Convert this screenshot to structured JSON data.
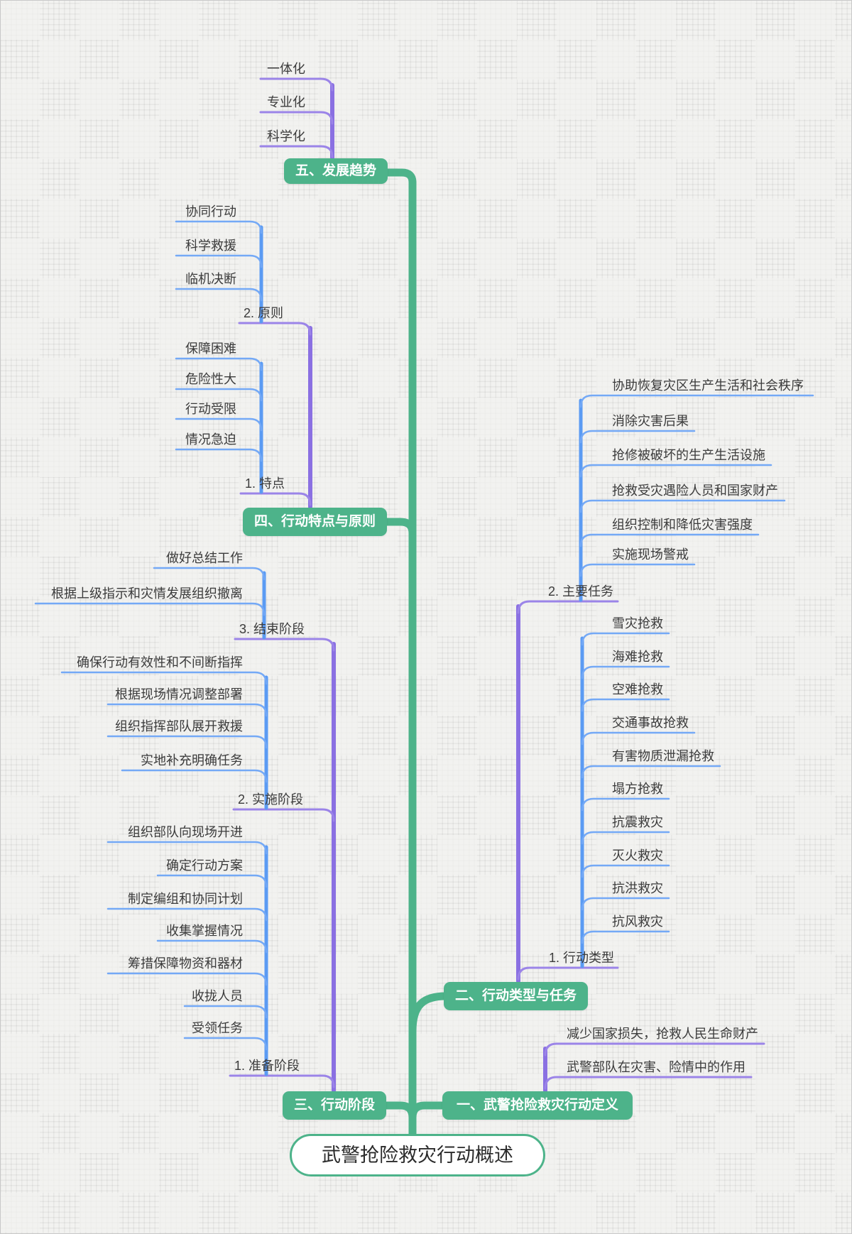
{
  "root": {
    "label": "武警抢险救灾行动概述"
  },
  "colors": {
    "node_green": "#4db38a",
    "branch_purple": "#8a70e2",
    "branch_blue": "#5b9bf3",
    "background": "#f2f2f0"
  },
  "branches": {
    "trend": {
      "title": "五、发展趋势",
      "items": [
        "一体化",
        "专业化",
        "科学化"
      ]
    },
    "traits": {
      "title": "四、行动特点与原则",
      "principles": {
        "label": "2. 原则",
        "items": [
          "协同行动",
          "科学救援",
          "临机决断"
        ]
      },
      "features": {
        "label": "1. 特点",
        "items": [
          "保障困难",
          "危险性大",
          "行动受限",
          "情况急迫"
        ]
      }
    },
    "phases": {
      "title": "三、行动阶段",
      "end_phase": {
        "label": "3. 结束阶段",
        "items": [
          "做好总结工作",
          "根据上级指示和灾情发展组织撤离"
        ]
      },
      "impl_phase": {
        "label": "2. 实施阶段",
        "items": [
          "确保行动有效性和不间断指挥",
          "根据现场情况调整部署",
          "组织指挥部队展开救援",
          "实地补充明确任务"
        ]
      },
      "prep_phase": {
        "label": "1. 准备阶段",
        "items": [
          "组织部队向现场开进",
          "确定行动方案",
          "制定编组和协同计划",
          "收集掌握情况",
          "筹措保障物资和器材",
          "收拢人员",
          "受领任务"
        ]
      }
    },
    "types_tasks": {
      "title": "二、行动类型与任务",
      "tasks": {
        "label": "2. 主要任务",
        "items": [
          "协助恢复灾区生产生活和社会秩序",
          "消除灾害后果",
          "抢修被破坏的生产生活设施",
          "抢救受灾遇险人员和国家财产",
          "组织控制和降低灾害强度",
          "实施现场警戒"
        ]
      },
      "types": {
        "label": "1. 行动类型",
        "items": [
          "雪灾抢救",
          "海难抢救",
          "空难抢救",
          "交通事故抢救",
          "有害物质泄漏抢救",
          "塌方抢救",
          "抗震救灾",
          "灭火救灾",
          "抗洪救灾",
          "抗风救灾"
        ]
      }
    },
    "definition": {
      "title": "一、武警抢险救灾行动定义",
      "items": [
        "减少国家损失，抢救人民生命财产",
        "武警部队在灾害、险情中的作用"
      ]
    }
  }
}
